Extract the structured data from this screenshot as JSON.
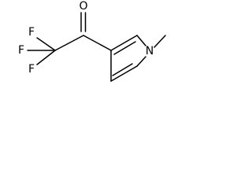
{
  "molecule": {
    "atoms": {
      "oxygen": "O",
      "fluorine_top": "F",
      "fluorine_left": "F",
      "fluorine_bottom": "F",
      "nitrogen": "N"
    }
  }
}
